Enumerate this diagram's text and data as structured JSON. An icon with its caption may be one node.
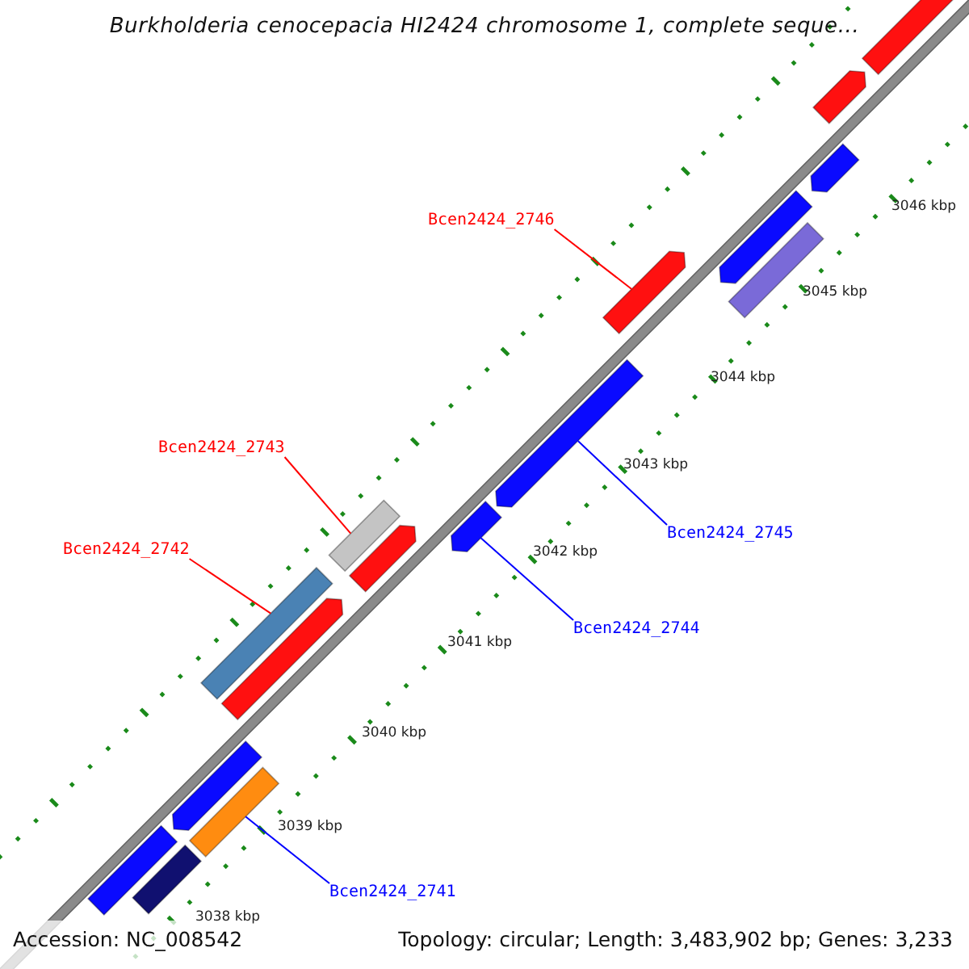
{
  "diagram": {
    "title": "Burkholderia cenocepacia HI2424 chromosome 1, complete seque...",
    "nodes": [
      {
        "text": [
          "Bcen2424_2746"
        ]
      },
      {
        "text": [],
        "shape": "bar"
      },
      {
        "text": [
          "Bcen2424_2743"
        ]
      },
      {
        "text": [],
        "shape": "bar"
      },
      {
        "text": [
          "Bcen2424_2742"
        ]
      },
      {
        "text": [],
        "shape": "bar"
      },
      {
        "text": [
          "Bcen2424_2745"
        ]
      },
      {
        "text": [],
        "shape": "bar"
      },
      {
        "text": [
          "Bcen2424_2744"
        ]
      },
      {
        "text": [],
        "shape": "bar"
      },
      {
        "text": [
          "Bcen2424_2741"
        ]
      },
      {
        "text": [],
        "shape": "bar"
      },
      {
        "text": [],
        "shape": "bar"
      },
      {
        "text": [],
        "shape": "bar"
      },
      {
        "text": [],
        "shape": "bar"
      },
      {
        "text": [],
        "shape": "bar"
      },
      {
        "text": [],
        "shape": "bar"
      },
      {
        "text": [],
        "shape": "bar"
      },
      {
        "text": [],
        "shape": "bar"
      },
      {
        "text": [],
        "shape": "bar"
      },
      {
        "text": [],
        "shape": "bar"
      },
      {
        "text": [],
        "shape": "bar"
      }
    ],
    "edges": [
      {
        "from": 0,
        "to": 1,
        "arrow": "none",
        "color": "#ff0000"
      },
      {
        "from": 2,
        "to": 3,
        "arrow": "none",
        "color": "#ff0000"
      },
      {
        "from": 4,
        "to": 5,
        "arrow": "none",
        "color": "#ff0000"
      },
      {
        "from": 6,
        "to": 7,
        "arrow": "none",
        "color": "#0000ff"
      },
      {
        "from": 8,
        "to": 9,
        "arrow": "none",
        "color": "#0000ff"
      },
      {
        "from": 10,
        "to": 11,
        "arrow": "none",
        "color": "#0000ff"
      }
    ],
    "labels": [
      "3046 kbp",
      "3045 kbp",
      "3044 kbp",
      "3043 kbp",
      "3042 kbp",
      "3041 kbp",
      "3040 kbp",
      "3039 kbp",
      "3038 kbp",
      "Accession: NC_008542",
      "Topology: circular; Length: 3,483,902 bp; Genes: 3,233"
    ]
  }
}
